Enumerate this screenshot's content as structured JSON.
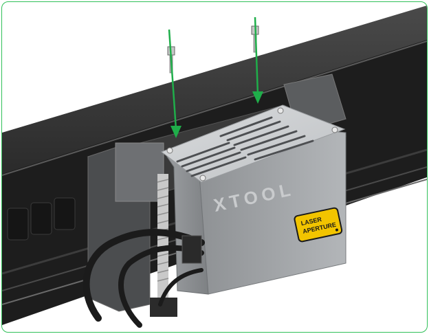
{
  "illustration": {
    "brand_mark": "XTOOL",
    "warning_label": {
      "line1": "LASER",
      "line2": "APERTURE"
    },
    "colors": {
      "frame_border": "#2fbf57",
      "arrow": "#1fae4a",
      "label_bg": "#f2c400",
      "rail_dark": "#2b2b2b",
      "module_grey": "#a9acaf"
    },
    "icons": [
      "screw-icon",
      "arrow-down-icon",
      "laser-warning-icon"
    ]
  }
}
